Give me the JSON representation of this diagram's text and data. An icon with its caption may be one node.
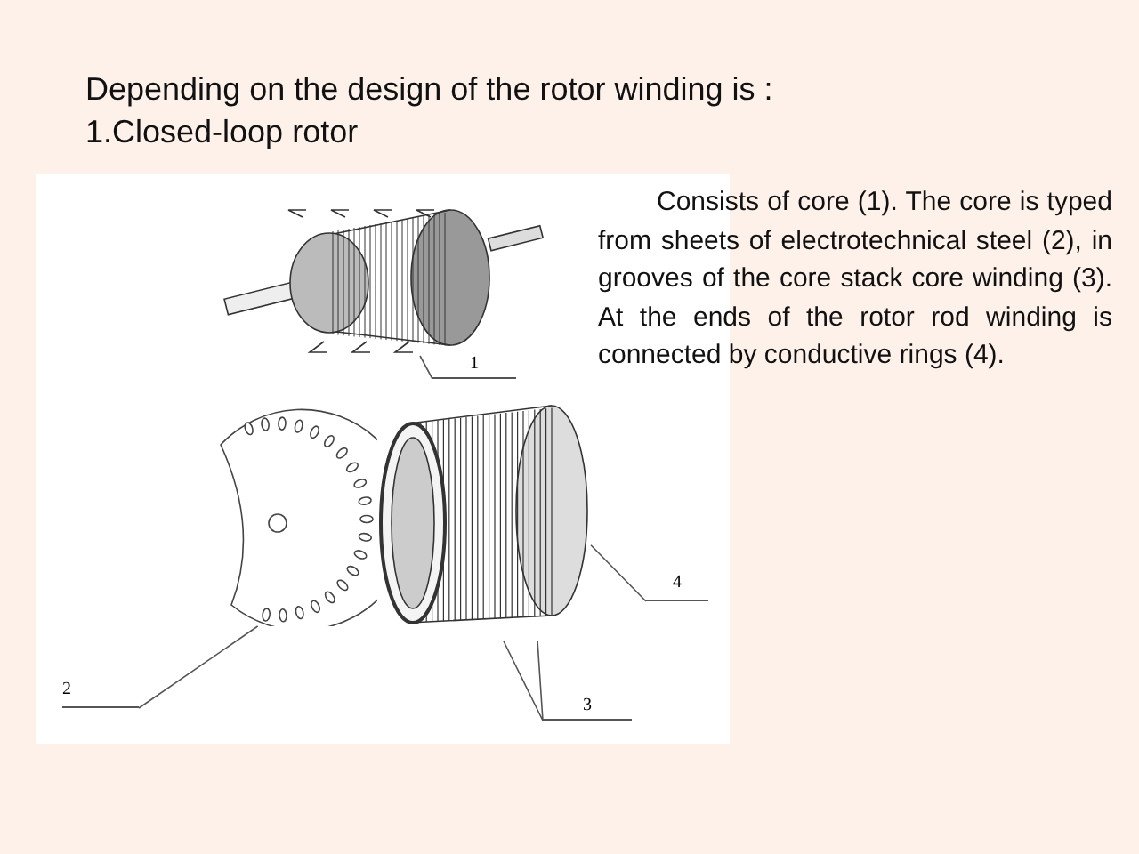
{
  "diagram": {
    "title": "Depending on the design of the rotor winding is :",
    "nodes": [
      {
        "text": [],
        "shape": "picture"
      },
      {
        "text": [],
        "shape": "picture"
      },
      {
        "text": [],
        "shape": "picture"
      },
      {
        "text": [
          "1"
        ]
      },
      {
        "text": [
          "2"
        ]
      },
      {
        "text": [
          "3"
        ]
      },
      {
        "text": [
          "4"
        ]
      }
    ],
    "edges": [
      {
        "from": 3,
        "to": 0,
        "arrow": "none"
      },
      {
        "from": 4,
        "to": 1,
        "arrow": "none"
      },
      {
        "from": 5,
        "to": 2,
        "arrow": "none"
      },
      {
        "from": 6,
        "to": 2,
        "arrow": "none"
      }
    ],
    "labels": [
      "1.Closed-loop rotor",
      "Consists of core (1). The core is typed from sheets of electrotechnical steel (2), in grooves of the core stack core winding (3). At the ends of the rotor rod winding is connected by conductive rings (4)."
    ]
  }
}
